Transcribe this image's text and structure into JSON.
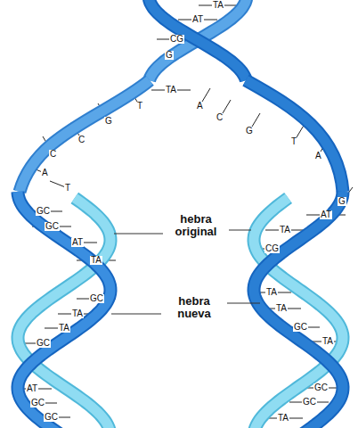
{
  "diagram": {
    "labels": [
      "TA",
      "AT",
      "CG",
      "G",
      "TA",
      "T",
      "A",
      "G",
      "C",
      "C",
      "G",
      "C",
      "T",
      "A",
      "A",
      "T",
      "G",
      "GC",
      "AT",
      "GC",
      "TA",
      "AT",
      "CG",
      "TA",
      "hebra original",
      "TA",
      "GC",
      "hebra nueva",
      "TA",
      "TA",
      "TA",
      "GC",
      "GC",
      "TA",
      "AT",
      "GC",
      "GC",
      "GC",
      "GC",
      "TA"
    ]
  }
}
